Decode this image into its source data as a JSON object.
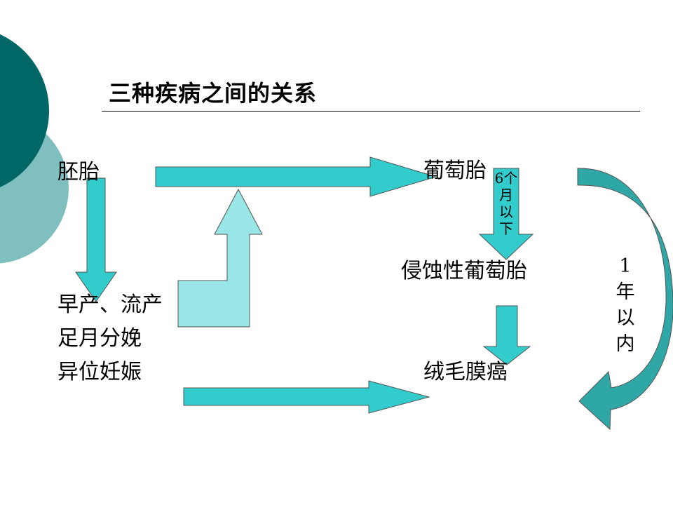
{
  "title": "三种疾病之间的关系",
  "nodes": {
    "embryo": "胚胎",
    "mole": "葡萄胎",
    "invasive_mole": "侵蚀性葡萄胎",
    "choriocarcinoma": "绒毛膜癌",
    "outcomes": [
      "早产、流产",
      "足月分娩",
      "异位妊娠"
    ]
  },
  "edge_labels": {
    "six_months": [
      "6个",
      "月",
      "以",
      "下"
    ],
    "one_year": [
      "1",
      "年",
      "以",
      "内"
    ]
  },
  "colors": {
    "arrow": "#33cccc",
    "arrow_light": "#99e6e6",
    "arrow_curve": "#2a9d9d",
    "deco_dark": "#006666",
    "deco_light": "#80c0c0"
  }
}
